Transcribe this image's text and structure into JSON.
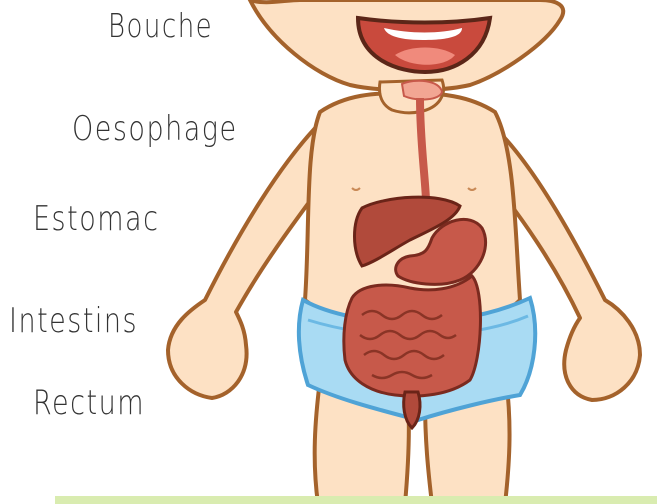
{
  "labels": {
    "mouth": "Bouche",
    "esophagus": "Oesophage",
    "stomach": "Estomac",
    "intestines": "Intestins",
    "rectum": "Rectum"
  },
  "colors": {
    "skin": "#fde1c4",
    "skin_outline": "#a4622b",
    "diaper": "#a9dbf3",
    "diaper_outline": "#4fa3d6",
    "organ": "#c7594a",
    "organ_outline": "#7a2a1f",
    "ground": "#d9ecb0"
  }
}
